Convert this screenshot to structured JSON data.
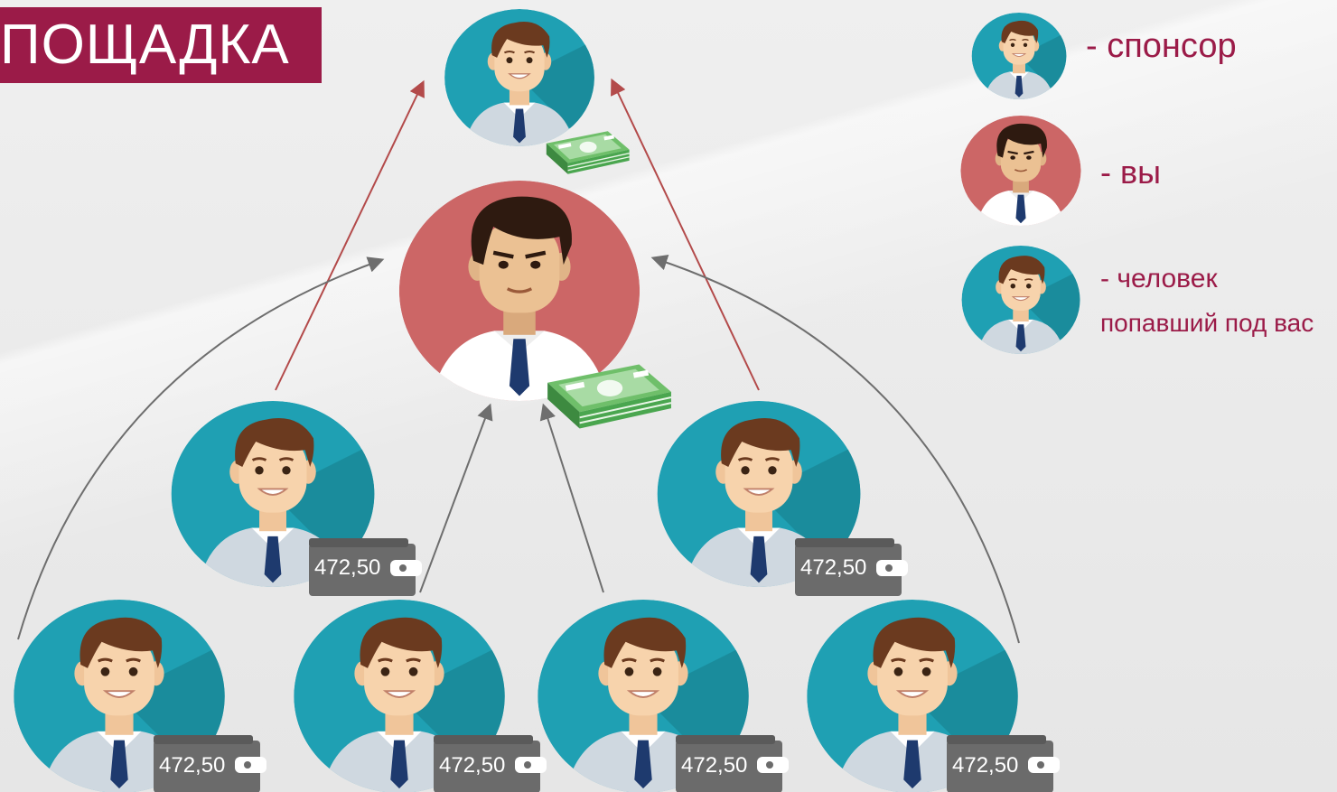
{
  "header": {
    "title": "ПОЩАДКА"
  },
  "legend": {
    "sponsor_label": "- спонсор",
    "you_label": "- вы",
    "member_label_line1": "- человек",
    "member_label_line2": "попавший под вас"
  },
  "wallets": {
    "l2_left": "472,50",
    "l2_right": "472,50",
    "l3_1": "472,50",
    "l3_2": "472,50",
    "l3_3": "472,50",
    "l3_4": "472,50"
  },
  "colors": {
    "banner": "#9b1b48",
    "teal": "#1fa0b3",
    "you_red": "#cc6666",
    "arrow_red": "#b34a4a",
    "arrow_gray": "#6e6e6e",
    "wallet": "#6b6b6b",
    "money": "#4aa64f"
  },
  "icons": [
    "person-avatar-icon",
    "money-stack-icon",
    "wallet-icon",
    "arrow-icon"
  ]
}
